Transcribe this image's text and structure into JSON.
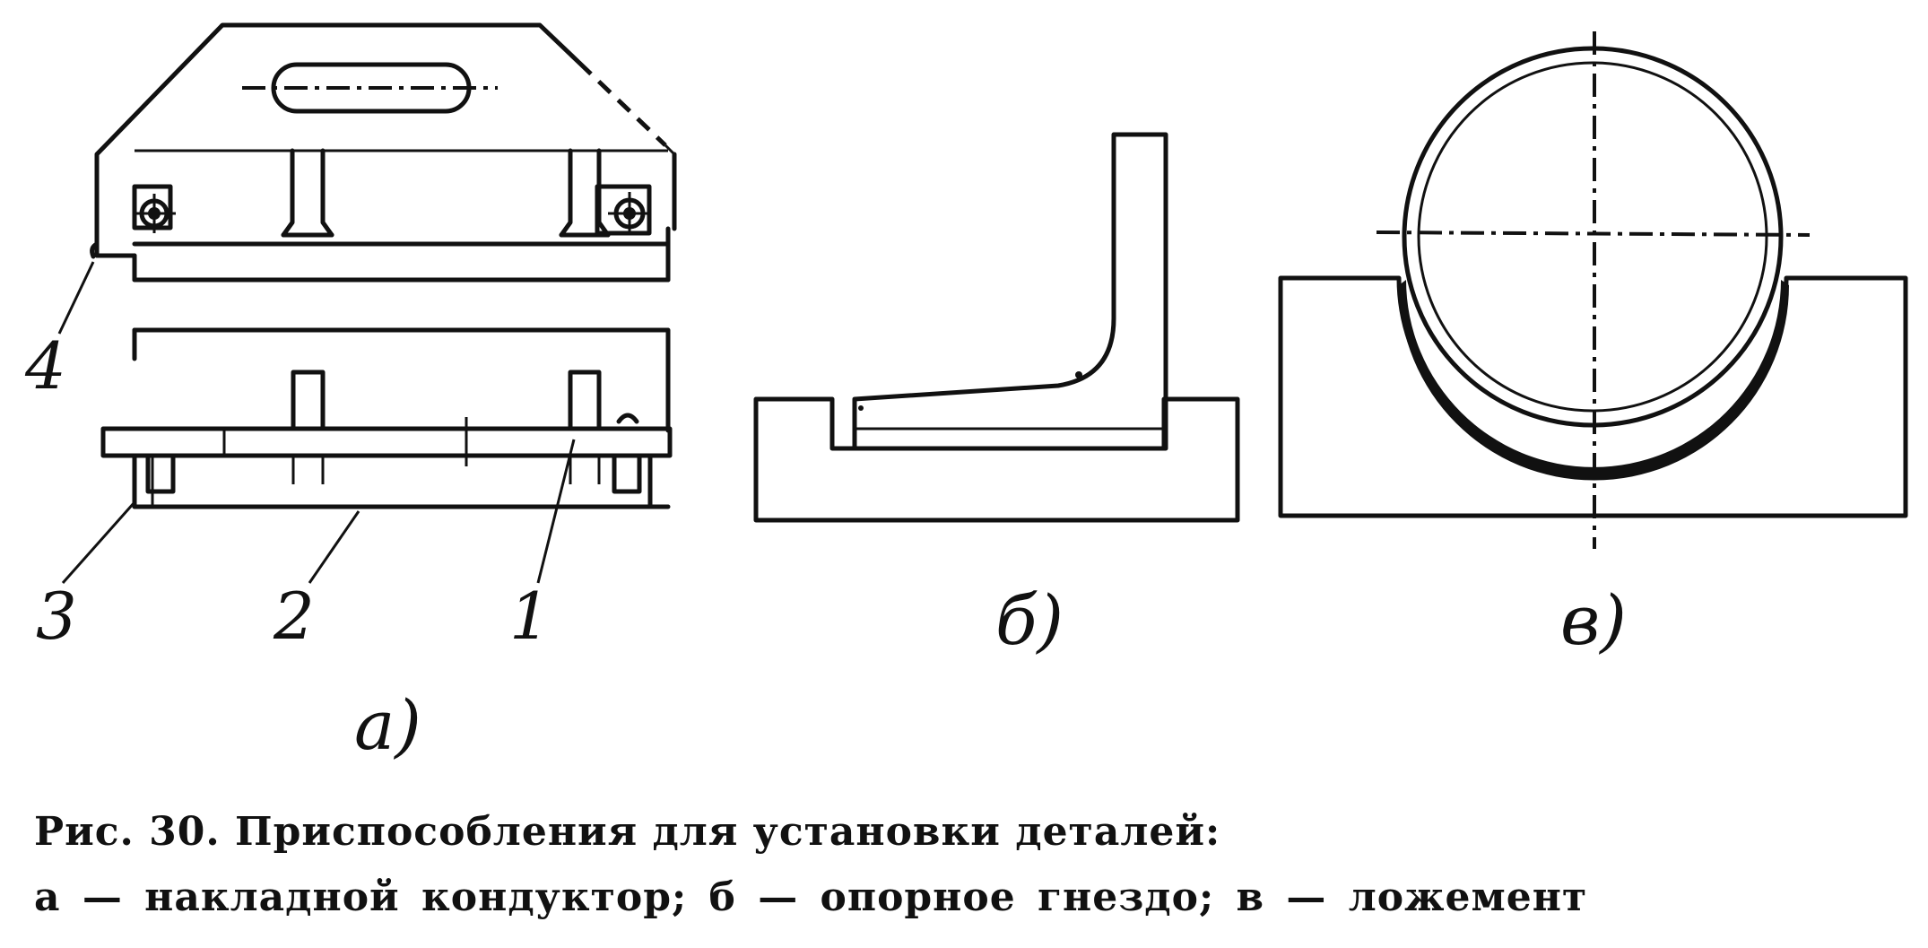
{
  "figure": {
    "panels": [
      {
        "id": "a",
        "label": "а)",
        "callouts": [
          "4",
          "3",
          "2",
          "1"
        ]
      },
      {
        "id": "b",
        "label": "б)"
      },
      {
        "id": "v",
        "label": "в)"
      }
    ]
  },
  "caption": {
    "line1": "Рис. 30. Приспособления для установки деталей:",
    "line2": "а — накладной кондуктор; б — опорное гнездо; в — ложемент"
  }
}
